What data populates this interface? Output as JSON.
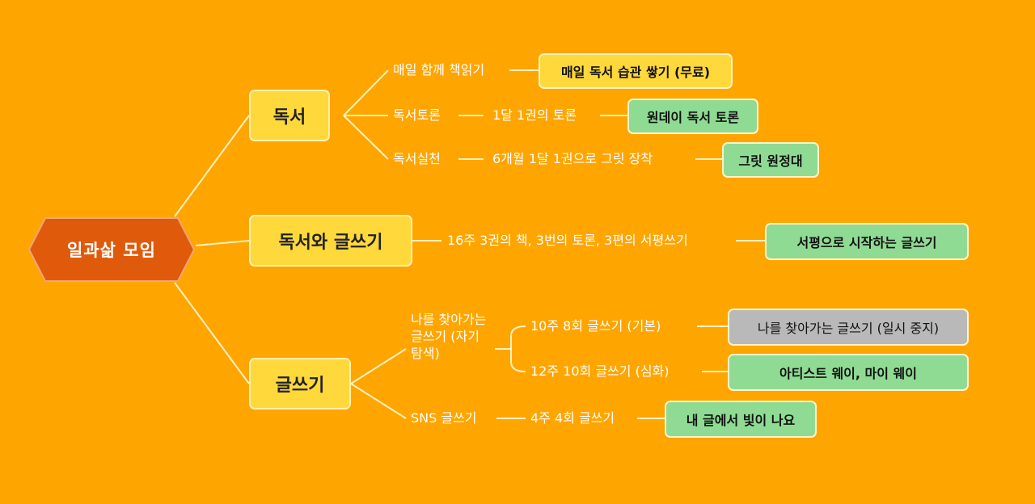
{
  "root": {
    "label": "일과삶 모임"
  },
  "branches": [
    {
      "label": "독서",
      "items": [
        {
          "label": "매일 함께 책읽기",
          "target": "매일 독서 습관 쌓기 (무료)"
        },
        {
          "label": "독서토론",
          "detail": "1달 1권의 토론",
          "target": "원데이 독서 토론"
        },
        {
          "label": "독서실천",
          "detail": "6개월 1달 1권으로 그릿 장착",
          "target": "그릿 원정대"
        }
      ]
    },
    {
      "label": "독서와 글쓰기",
      "items": [
        {
          "detail": "16주 3권의 책, 3번의 토론, 3편의 서평쓰기",
          "target": "서평으로 시작하는 글쓰기"
        }
      ]
    },
    {
      "label": "글쓰기",
      "items": [
        {
          "label": "나를 찾아가는 글쓰기 (자기탐색)",
          "subitems": [
            {
              "detail": "10주 8회 글쓰기 (기본)",
              "target": "나를 찾아가는 글쓰기 (일시 중지)"
            },
            {
              "detail": "12주 10회 글쓰기 (심화)",
              "target": "아티스트 웨이, 마이 웨이"
            }
          ]
        },
        {
          "label": "SNS 글쓰기",
          "detail": "4주 4회 글쓰기",
          "target": "내 글에서 빛이 나요"
        }
      ]
    }
  ],
  "colors": {
    "background": "#FFA500",
    "root_fill": "#E05A0C",
    "branch_fill": "#FFD83B",
    "leaf_yellow": "#FFD83B",
    "leaf_green": "#8FDB94",
    "leaf_gray": "#B9B9B9",
    "connector": "#FFF2C0"
  }
}
